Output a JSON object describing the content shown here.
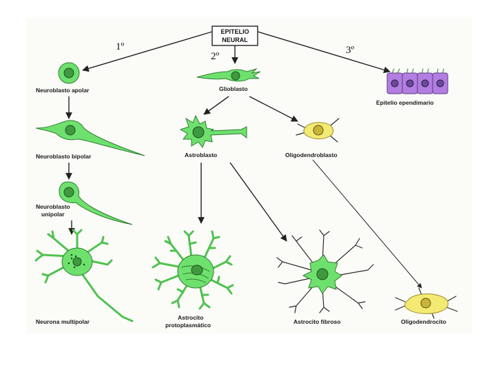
{
  "root": {
    "line1": "EPITELIO",
    "line2": "NEURAL"
  },
  "steps": {
    "first": "1º",
    "second": "2º",
    "third": "3º"
  },
  "labels": {
    "neuroblasto_apolar": "Neuroblasto apolar",
    "neuroblasto_bipolar": "Neuroblasto bipolar",
    "neuroblasto_unipolar_l1": "Neuroblasto",
    "neuroblasto_unipolar_l2": "unipolar",
    "neurona_multipolar": "Neurona multipolar",
    "glioblasto": "Glioblasto",
    "astroblasto": "Astroblasto",
    "oligodendroblasto": "Oligodendroblasto",
    "astrocito_proto_l1": "Astrocito",
    "astrocito_proto_l2": "protoplasmático",
    "astrocito_fibroso": "Astrocito fibroso",
    "epitelio_ependimario": "Epitelio ependimario",
    "oligodendrocito": "Oligodendrocito"
  },
  "colors": {
    "neural_cell": "#6ee06e",
    "oligodendroglia": "#f3ea74",
    "ependyma": "#b27ee0"
  }
}
